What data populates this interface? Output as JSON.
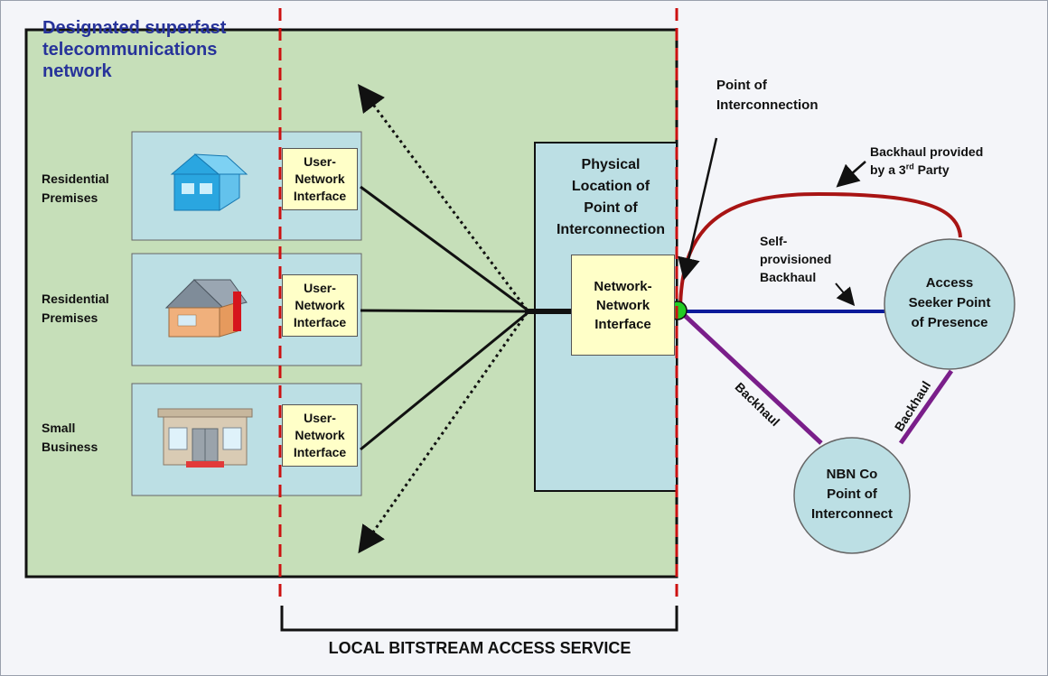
{
  "title": "Designated superfast telecommunications network",
  "premises": [
    {
      "label": "Residential\nPremises",
      "interface": "User-\nNetwork\nInterface",
      "icon": "house-blue-icon"
    },
    {
      "label": "Residential\nPremises",
      "interface": "User-\nNetwork\nInterface",
      "icon": "house-brick-icon"
    },
    {
      "label": "Small\nBusiness",
      "interface": "User-\nNetwork\nInterface",
      "icon": "shopfront-icon"
    }
  ],
  "physical_location": "Physical\nLocation of\nPoint of\nInterconnection",
  "nni": "Network-\nNetwork\nInterface",
  "poi_label": "Point of\nInterconnection",
  "backhaul_3rd_party": {
    "prefix": "Backhaul provided\nby a 3",
    "sup": "rd",
    "suffix": " Party"
  },
  "self_provisioned": "Self-\nprovisioned\nBackhaul",
  "backhaul_label": "Backhaul",
  "access_seeker": "Access\nSeeker Point\nof Presence",
  "nbn_co": "NBN Co\nPoint of\nInterconnect",
  "footer": "LOCAL BITSTREAM ACCESS SERVICE",
  "colors": {
    "network_bg": "#c6dfb9",
    "premise_bg": "#bcdfe4",
    "interface_bg": "#ffffc8",
    "circle_bg": "#bcdfe4",
    "poi_dot": "#22cc22",
    "red_dashed": "#cc1111",
    "third_party_backhaul": "#a81414",
    "self_backhaul": "#0b1a9a",
    "nbn_backhaul": "#7a1e8a",
    "title_blue": "#27339a"
  }
}
